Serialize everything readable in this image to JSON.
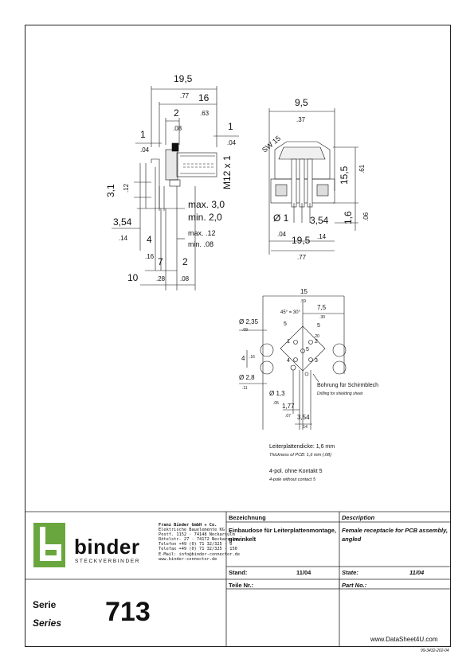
{
  "drawing": {
    "side_view": {
      "overall_mm": "19,5",
      "overall_in": ".77",
      "thread_len_mm": "16",
      "thread_len_in": ".63",
      "flange_mm": "2",
      "flange_in": ".08",
      "nut_mm": "1",
      "nut_in": ".04",
      "left_mm": "1",
      "left_in": ".04",
      "height_mm": "3,1",
      "height_in": ".12",
      "thread": "M12 x 1",
      "max_pcb": "max. 3,0",
      "min_pcb": "min. 2,0",
      "max_pcb_in": "max. .12",
      "min_pcb_in": "min. .08",
      "pitch_mm": "3,54",
      "pitch_in": ".14",
      "d4_mm": "4",
      "d4_in": ".16",
      "d7_mm": "7",
      "d7_in": ".28",
      "d2_mm": "2",
      "d2_in": ".08",
      "d10_mm": "10"
    },
    "front_view": {
      "width_mm": "9,5",
      "width_in": ".37",
      "wrench": "SW 15",
      "height_mm": "15,5",
      "height_in": ".61",
      "pin_dia_mm": "Ø 1",
      "pin_dia_in": ".04",
      "pitch_mm": "3,54",
      "pitch_in": ".14",
      "base_mm": "19,5",
      "base_in": ".77",
      "pin_len_mm": "1,6",
      "pin_len_in": ".06"
    },
    "pcb_layout": {
      "width_mm": "15",
      "width_in": ".59",
      "half_mm": "7,5",
      "half_in": ".30",
      "angle": "45° = 30°",
      "hole1_mm": "Ø 2,35",
      "hole1_in": ".09",
      "hole2_mm": "Ø 2,8",
      "hole2_in": ".11",
      "hole3_mm": "Ø 1,3",
      "hole3_in": ".05",
      "off_mm": "1,77",
      "off_in": ".07",
      "pitch_mm": "3,54",
      "pitch_in": ".14",
      "four_mm": "4",
      "four_in": ".16",
      "diag1": "5",
      "diag2": "5",
      "diag_in": ".20",
      "pins": [
        "1",
        "2",
        "3",
        "4",
        "5"
      ],
      "shield_de": "Bohrung für Schirmblech",
      "shield_en": "Drilling for shielding sheet"
    },
    "notes": {
      "pcb_de": "Leiterplattendicke: 1,6 mm",
      "pcb_en": "Thickness of PCB: 1,6 mm (.08)",
      "pole_de": "4-pol. ohne Kontakt 5",
      "pole_en": "4-pole without contact 5"
    }
  },
  "titleblock": {
    "logo_word": "binder",
    "logo_sub": "STECKVERBINDER",
    "address_lines": [
      "Franz Binder GmbH + Co.",
      "Elektrische Bauelemente KG",
      "Postf. 1152 · 74148 Neckarsulm",
      "Rötelstr. 27 · 74172 Neckarsulm",
      "Telefon +49 (0) 71 32/325 - 0",
      "Telefax +49 (0) 71 32/325 - 150",
      "E-Mail: info@binder-connector.de",
      "www.binder-connector.de"
    ],
    "bezeichnung_label": "Bezeichnung",
    "description_label": "Description",
    "bezeichnung_value": "Einbaudose für Leiterplattenmontage, gewinkelt",
    "description_value": "Female receptacle for PCB assembly, angled",
    "stand_label": "Stand:",
    "stand_value": "11/04",
    "state_label": "State:",
    "state_value": "11/04",
    "teile_label": "Teile Nr.:",
    "part_label": "Part No.:",
    "serie_label": "Serie",
    "series_label": "Series",
    "series_number": "713",
    "footer_code": "99-3432-202-04",
    "watermark": "www.DataSheet4U.com"
  }
}
